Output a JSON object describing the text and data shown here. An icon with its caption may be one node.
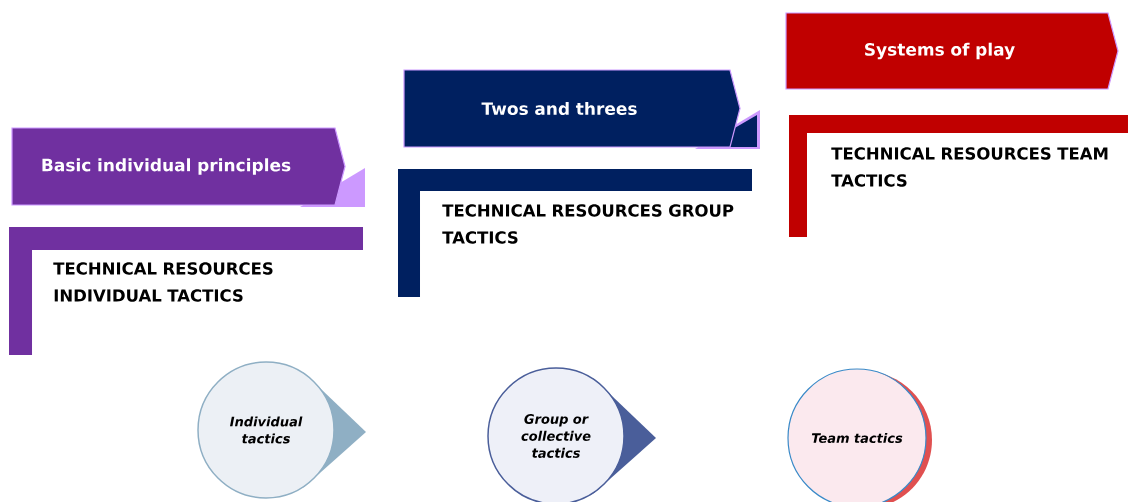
{
  "diagram": {
    "nodes": [
      {
        "text": [
          "Basic individual principles"
        ]
      },
      {
        "text": [
          "Twos and threes"
        ]
      },
      {
        "text": [
          "Systems of play"
        ]
      },
      {
        "text": [
          "TECHNICAL RESOURCES INDIVIDUAL TACTICS"
        ]
      },
      {
        "text": [
          "TECHNICAL RESOURCES GROUP TACTICS"
        ]
      },
      {
        "text": [
          "TECHNICAL RESOURCES TEAM TACTICS"
        ]
      },
      {
        "text": [
          "Individual tactics"
        ]
      },
      {
        "text": [
          "Group or collective tactics"
        ]
      },
      {
        "text": [
          "Team tactics"
        ]
      }
    ]
  }
}
